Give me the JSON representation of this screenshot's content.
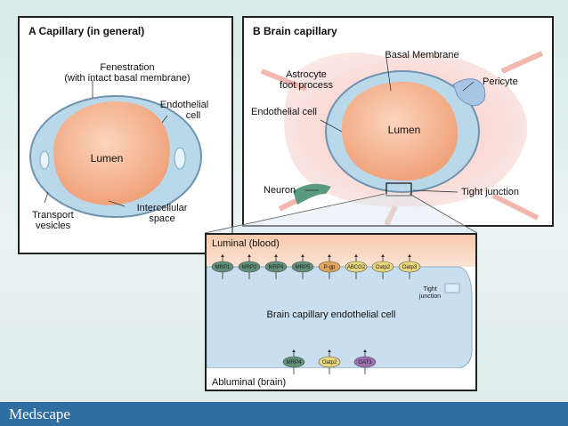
{
  "panel_a": {
    "title": "A  Capillary (in general)",
    "fenestration_1": "Fenestration",
    "fenestration_2": "(with intact basal membrane)",
    "endothelial_1": "Endothelial",
    "endothelial_2": "cell",
    "lumen": "Lumen",
    "transport_1": "Transport",
    "transport_2": "vesicles",
    "intercellular_1": "Intercellular",
    "intercellular_2": "space"
  },
  "panel_b": {
    "title": "B  Brain capillary",
    "basal_membrane": "Basal Membrane",
    "astrocyte_1": "Astrocyte",
    "astrocyte_2": "foot process",
    "pericyte": "Pericyte",
    "endothelial_cell": "Endothelial cell",
    "lumen": "Lumen",
    "neuron": "Neuron",
    "tight_junction": "Tight junction"
  },
  "panel_c": {
    "luminal": "Luminal (blood)",
    "abluminal": "Abluminal (brain)",
    "cell_label": "Brain capillary endothelial cell",
    "tight_junction_1": "Tight",
    "tight_junction_2": "junction",
    "top_transporters": [
      {
        "label": "MRP1",
        "color": "#5f8f78"
      },
      {
        "label": "MRP2",
        "color": "#5f8f78"
      },
      {
        "label": "MRP4",
        "color": "#5f8f78"
      },
      {
        "label": "MRP5",
        "color": "#5f8f78"
      },
      {
        "label": "P-gp",
        "color": "#e0a35a"
      },
      {
        "label": "ABCG2",
        "color": "#e9d77c"
      },
      {
        "label": "Oatp2",
        "color": "#e9d77c"
      },
      {
        "label": "Oatp3",
        "color": "#e9d77c"
      }
    ],
    "bottom_transporters": [
      {
        "label": "MRP4",
        "color": "#5f8f78"
      },
      {
        "label": "Oatp2",
        "color": "#e9d77c"
      },
      {
        "label": "OAT3",
        "color": "#9b6fb0"
      }
    ]
  },
  "footer": {
    "brand": "Medscape",
    "color": "#2f6ea0"
  }
}
